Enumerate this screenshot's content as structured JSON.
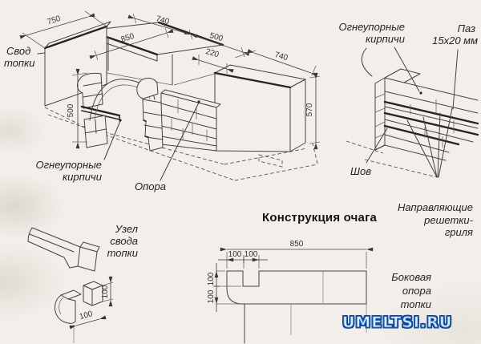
{
  "page": {
    "title": "Конструкция очага",
    "watermark": "UMELTSI.RU"
  },
  "main_iso": {
    "labels": {
      "vault_1": "Свод",
      "vault_2": "топки",
      "firebricks_1": "Огнеупорные",
      "firebricks_2": "кирпичи",
      "support": "Опора"
    },
    "dims": {
      "d750": "750",
      "d740_top": "740",
      "d850": "850",
      "d500_top": "500",
      "d220": "220",
      "d740_right": "740",
      "d500_left": "500",
      "d570": "570"
    }
  },
  "corner": {
    "labels": {
      "firebricks_1": "Огнеупорные",
      "firebricks_2": "кирпичи",
      "groove_1": "Паз",
      "groove_2": "15x20 мм",
      "seam": "Шов",
      "guides_1": "Направляющие",
      "guides_2": "решетки-",
      "guides_3": "гриля"
    }
  },
  "node": {
    "labels": {
      "l1": "Узел",
      "l2": "свода",
      "l3": "топки"
    },
    "dims": {
      "h": "100",
      "w": "100"
    }
  },
  "plan": {
    "dims": {
      "width": "850",
      "a": "100",
      "b": "100",
      "v1": "100",
      "v2": "100"
    },
    "labels": {
      "side_1": "Боковая",
      "side_2": "опора",
      "side_3": "топки"
    }
  },
  "colors": {
    "paper": "#f2efea",
    "line": "#45413c",
    "watermark_blue": "#0d3c8f"
  }
}
